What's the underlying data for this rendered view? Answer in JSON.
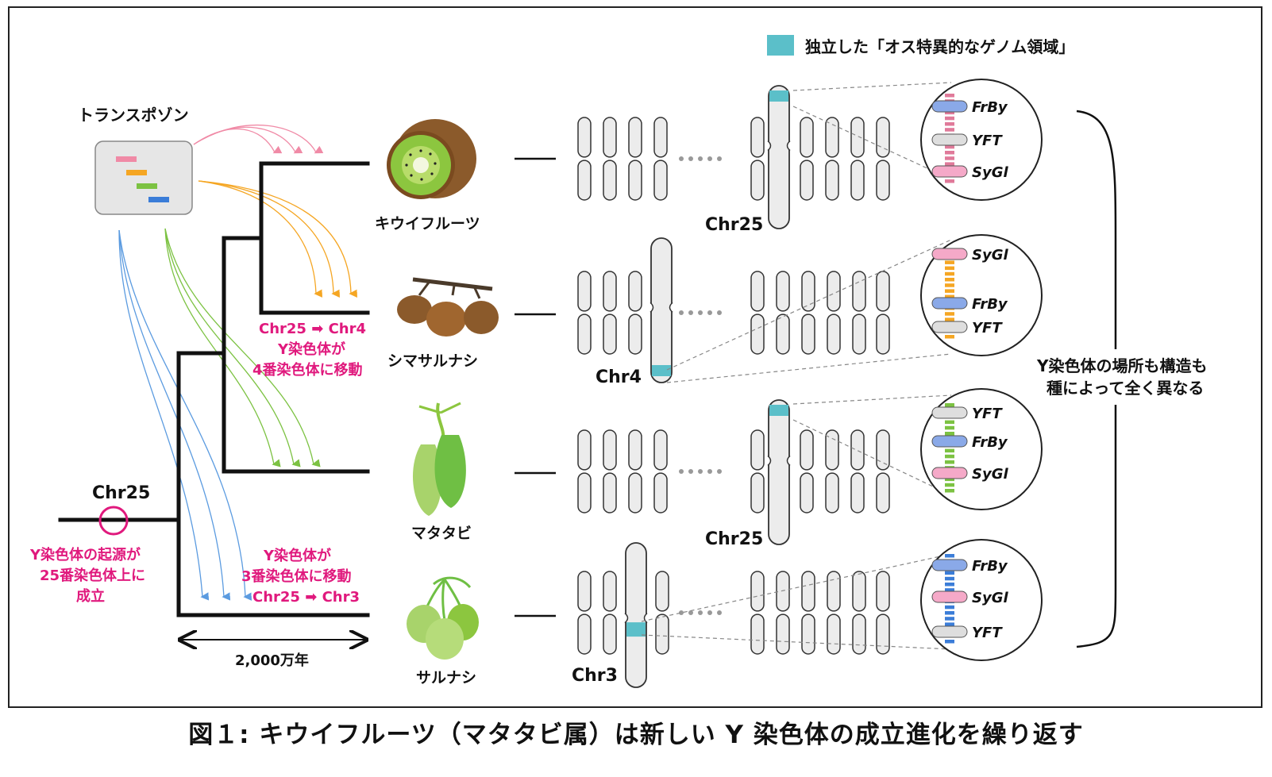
{
  "legend": {
    "label": "独立した「オス特異的なゲノム領域」",
    "color": "#5bbfc9"
  },
  "transposon": {
    "label": "トランスポゾン",
    "bar_colors": [
      "#f08aa6",
      "#f5a623",
      "#7cc242",
      "#3b7dd8"
    ]
  },
  "species": [
    {
      "name": "キウイフルーツ",
      "chromosome": "Chr25",
      "genes": [
        "FrBy",
        "YFT",
        "SyGl"
      ]
    },
    {
      "name": "シマサルナシ",
      "chromosome": "Chr4",
      "genes": [
        "SyGl",
        "FrBy",
        "YFT"
      ]
    },
    {
      "name": "マタタビ",
      "chromosome": "Chr25",
      "genes": [
        "YFT",
        "FrBy",
        "SyGl"
      ]
    },
    {
      "name": "サルナシ",
      "chromosome": "Chr3",
      "genes": [
        "FrBy",
        "SyGl",
        "YFT"
      ]
    }
  ],
  "root_label": "Chr25",
  "events": {
    "origin": [
      "Y染色体の起源が",
      "25番染色体上に",
      "成立"
    ],
    "move_chr4": [
      "Chr25 ➡ Chr4",
      "Y染色体が",
      "4番染色体に移動"
    ],
    "move_chr3": [
      "Y染色体が",
      "3番染色体に移動",
      "Chr25 ➡ Chr3"
    ]
  },
  "timescale": "2,000万年",
  "summary": [
    "Y染色体の場所も構造も",
    "種によって全く異なる"
  ],
  "colors": {
    "accent": "#e0197d",
    "tree": "#111111",
    "chromosome_fill": "#ececec"
  },
  "caption": "図１: キウイフルーツ（マタタビ属）は新しい Y 染色体の成立進化を繰り返す"
}
